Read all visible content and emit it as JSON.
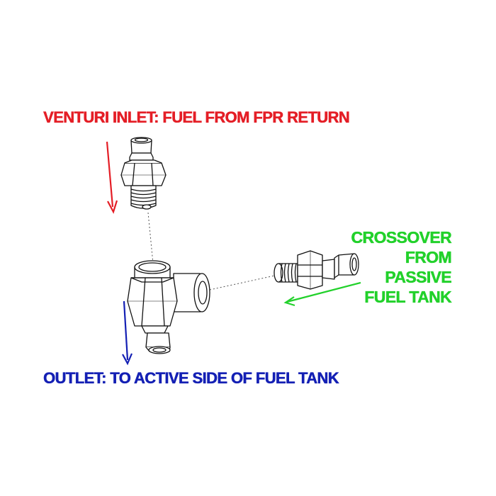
{
  "labels": {
    "inlet": "VENTURI INLET: FUEL FROM FPR RETURN",
    "outlet": "OUTLET: TO ACTIVE SIDE OF FUEL TANK",
    "crossover": [
      "CROSSOVER",
      "FROM",
      "PASSIVE",
      "FUEL TANK"
    ]
  },
  "colors": {
    "inlet": "#e41e26",
    "outlet": "#1420b4",
    "crossover": "#22d12b",
    "line": "#111111"
  },
  "icons": {
    "inlet_arrow": "arrow-down",
    "outlet_arrow": "arrow-down",
    "crossover_arrow": "arrow-down-left"
  }
}
